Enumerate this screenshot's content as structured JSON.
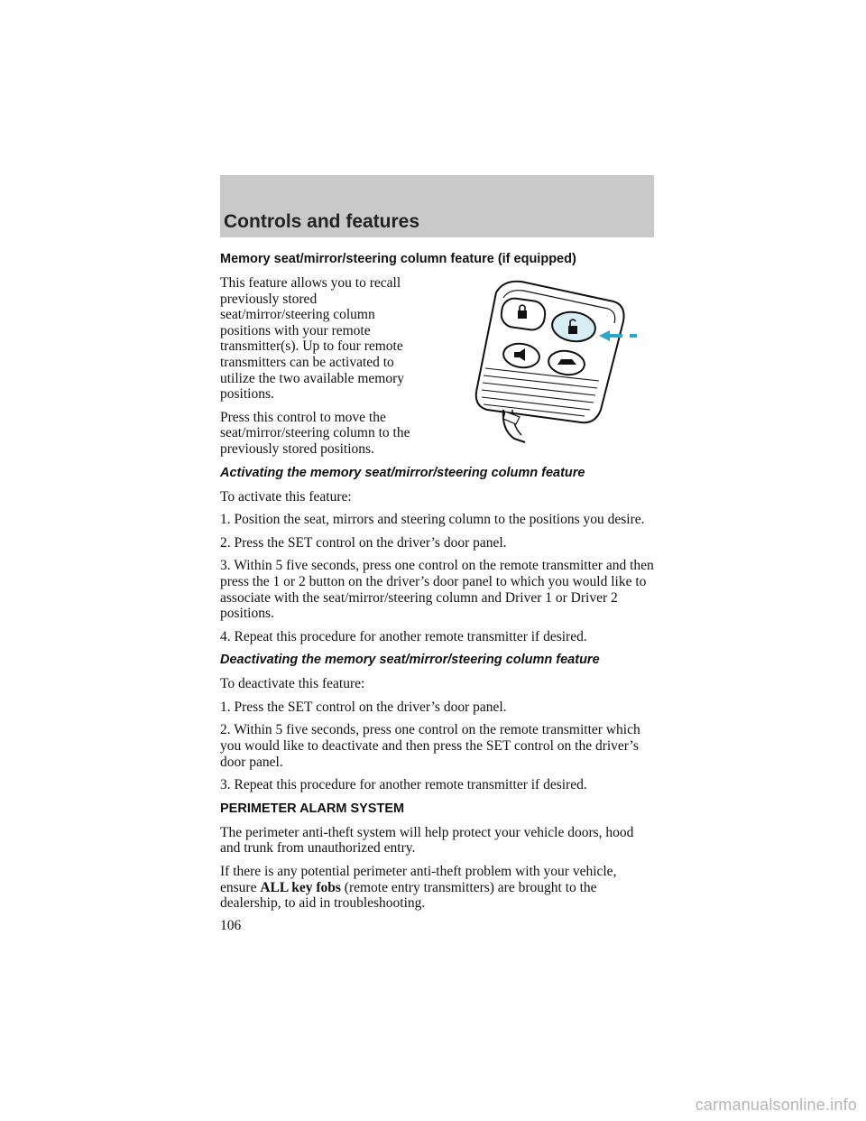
{
  "header": {
    "title": "Controls and features"
  },
  "section_memory": {
    "heading": "Memory seat/mirror/steering column feature (if equipped)",
    "intro": "This feature allows you to recall previously stored seat/mirror/steering column positions with your remote transmitter(s). Up to four remote transmitters can be activated to utilize the two available memory positions.",
    "press": "Press this control to move the seat/mirror/steering column to the previously stored positions."
  },
  "figure": {
    "description_icon": "key-fob-remote-transmitter",
    "accent_color": "#29a9c9"
  },
  "activating": {
    "heading": "Activating the memory seat/mirror/steering column feature",
    "lead": "To activate this feature:",
    "steps": [
      "1. Position the seat, mirrors and steering column to the positions you desire.",
      "2. Press the SET control on the driver’s door panel.",
      "3. Within 5 five seconds, press one control on the remote transmitter and then press the 1 or 2 button on the driver’s door panel to which you would like to associate with the seat/mirror/steering column and Driver 1 or Driver 2 positions.",
      "4. Repeat this procedure for another remote transmitter if desired."
    ]
  },
  "deactivating": {
    "heading": "Deactivating the memory seat/mirror/steering column feature",
    "lead": "To deactivate this feature:",
    "steps": [
      "1. Press the SET control on the driver’s door panel.",
      "2. Within 5 five seconds, press one control on the remote transmitter which you would like to deactivate and then press the SET control on the driver’s door panel.",
      "3. Repeat this procedure for another remote transmitter if desired."
    ]
  },
  "perimeter": {
    "heading": "PERIMETER ALARM SYSTEM",
    "p1": "The perimeter anti-theft system will help protect your vehicle doors, hood and trunk from unauthorized entry.",
    "p2_before": "If there is any potential perimeter anti-theft problem with your vehicle, ensure",
    "p2_bold": "ALL key fobs",
    "p2_after": "(remote entry transmitters) are brought to the dealership, to aid in troubleshooting."
  },
  "page_number": "106",
  "watermark": "carmanualsonline.info"
}
